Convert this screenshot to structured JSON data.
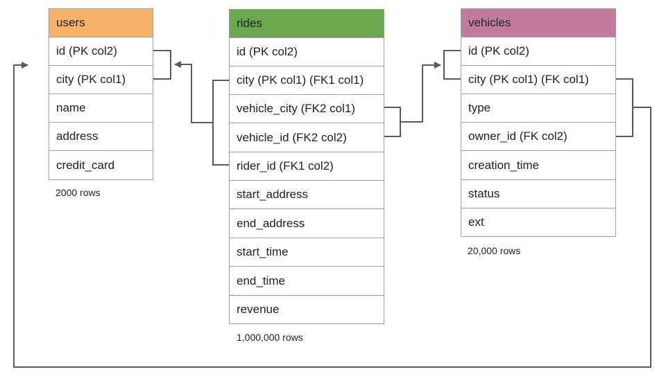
{
  "tables": [
    {
      "name": "users",
      "header_color": "#f6b26b",
      "columns": [
        "id (PK col2)",
        "city (PK col1)",
        "name",
        "address",
        "credit_card"
      ],
      "row_count": "2000 rows"
    },
    {
      "name": "rides",
      "header_color": "#6aa84f",
      "columns": [
        "id (PK col2)",
        "city (PK col1) (FK1 col1)",
        "vehicle_city (FK2 col1)",
        "vehicle_id (FK2 col2)",
        "rider_id (FK1 col2)",
        "start_address",
        "end_address",
        "start_time",
        "end_time",
        "revenue"
      ],
      "row_count": "1,000,000 rows"
    },
    {
      "name": "vehicles",
      "header_color": "#c27ba0",
      "columns": [
        "id (PK col2)",
        "city (PK col1) (FK col1)",
        "type",
        "owner_id (FK col2)",
        "creation_time",
        "status",
        "ext"
      ],
      "row_count": "20,000 rows"
    }
  ],
  "connector_color": "#595959"
}
